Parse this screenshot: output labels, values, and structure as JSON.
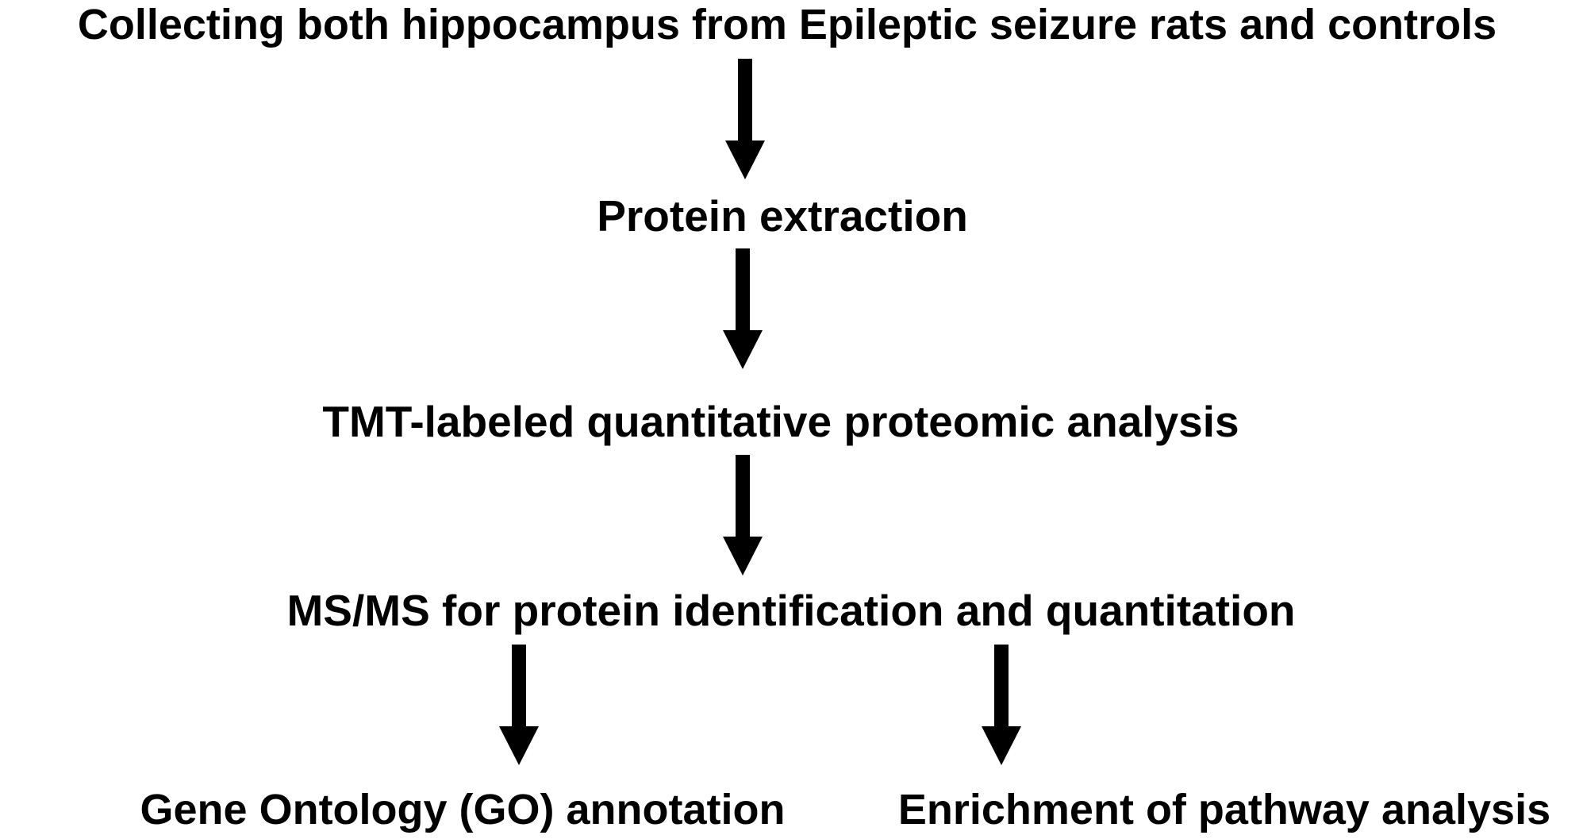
{
  "diagram": {
    "steps": [
      "Collecting both hippocampus from Epileptic seizure rats and controls",
      "Protein extraction",
      "TMT-labeled quantitative proteomic analysis",
      "MS/MS for protein identification and quantitation",
      "Gene Ontology (GO) annotation",
      "Enrichment of pathway analysis"
    ],
    "connections": [
      {
        "from": 0,
        "to": 1
      },
      {
        "from": 1,
        "to": 2
      },
      {
        "from": 2,
        "to": 3
      },
      {
        "from": 3,
        "to": 4
      },
      {
        "from": 3,
        "to": 5
      }
    ],
    "colors": {
      "text": "#000000",
      "arrow": "#000000",
      "background": "#ffffff"
    }
  }
}
